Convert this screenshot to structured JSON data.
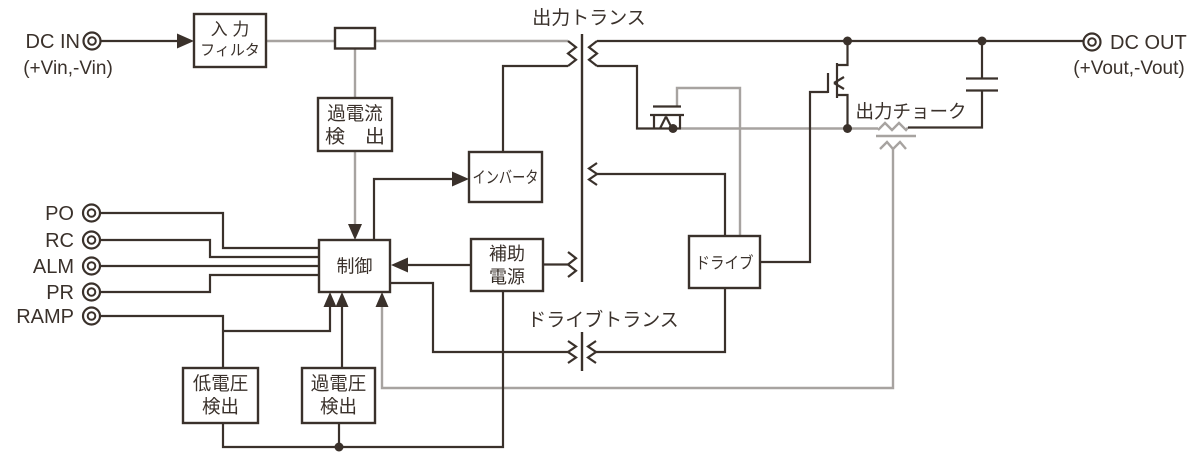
{
  "labels": {
    "dc_in": "DC IN",
    "dc_in_sub": "(+Vin,-Vin)",
    "dc_out": "DC OUT",
    "dc_out_sub": "(+Vout,-Vout)",
    "output_transformer": "出力トランス",
    "drive_transformer": "ドライブトランス",
    "output_choke": "出力チョーク"
  },
  "terminals": {
    "po": "PO",
    "rc": "RC",
    "alm": "ALM",
    "pr": "PR",
    "ramp": "RAMP"
  },
  "blocks": {
    "input_filter": {
      "line1": "入 力",
      "line2": "フィルタ"
    },
    "overcurrent_detect": {
      "line1": "過電流",
      "line2": "検　出"
    },
    "inverter": {
      "label": "インバータ"
    },
    "control": {
      "label": "制御"
    },
    "aux_power": {
      "line1": "補助",
      "line2": "電源"
    },
    "drive": {
      "label": "ドライブ"
    },
    "undervoltage_detect": {
      "line1": "低電圧",
      "line2": "検出"
    },
    "overvoltage_detect": {
      "line1": "過電圧",
      "line2": "検出"
    }
  },
  "colors": {
    "ink": "#3a312b",
    "gray": "#a7a3a0",
    "background": "#ffffff"
  }
}
